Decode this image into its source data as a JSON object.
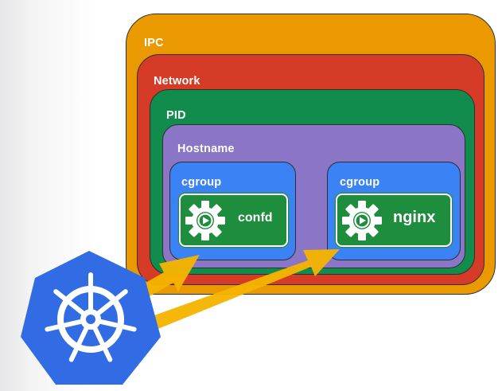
{
  "namespaces": {
    "ipc": "IPC",
    "network": "Network",
    "pid": "PID",
    "hostname": "Hostname"
  },
  "cgroups": [
    {
      "label": "cgroup",
      "container": "confd"
    },
    {
      "label": "cgroup",
      "container": "nginx"
    }
  ],
  "icons": {
    "container": "gear-play-icon",
    "logo": "ship-wheel-icon"
  },
  "colors": {
    "ipc": "#ea9a00",
    "network": "#d63b28",
    "pid": "#118c4c",
    "hostname": "#8a75c6",
    "cgroup": "#3b82f4",
    "container": "#1e8e3e",
    "logo": "#326ce5",
    "arrow": "#f5b400"
  }
}
